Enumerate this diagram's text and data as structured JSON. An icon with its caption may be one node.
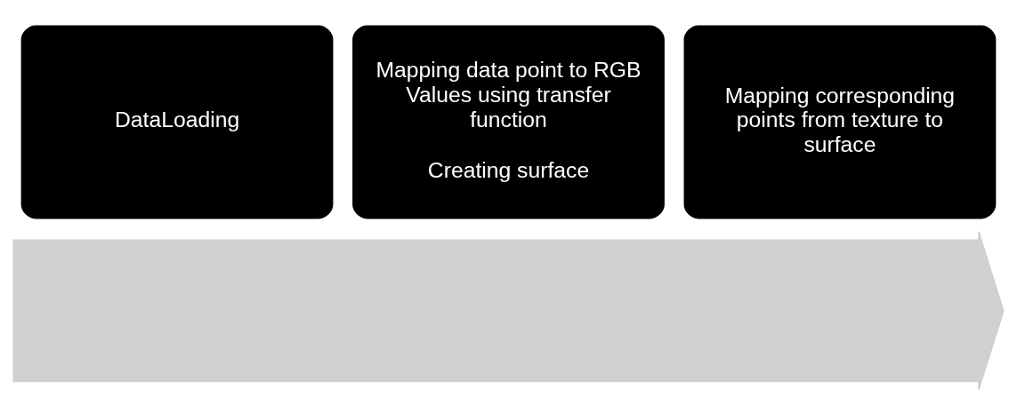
{
  "diagram": {
    "nodes": [
      {
        "text": [
          "DataLoading"
        ]
      },
      {
        "text": [
          "Mapping data point to RGB Values using transfer function",
          "Creating surface"
        ]
      },
      {
        "text": [
          "Mapping corresponding points from texture to surface"
        ]
      },
      {
        "text": [],
        "shape": "arrow"
      }
    ]
  }
}
